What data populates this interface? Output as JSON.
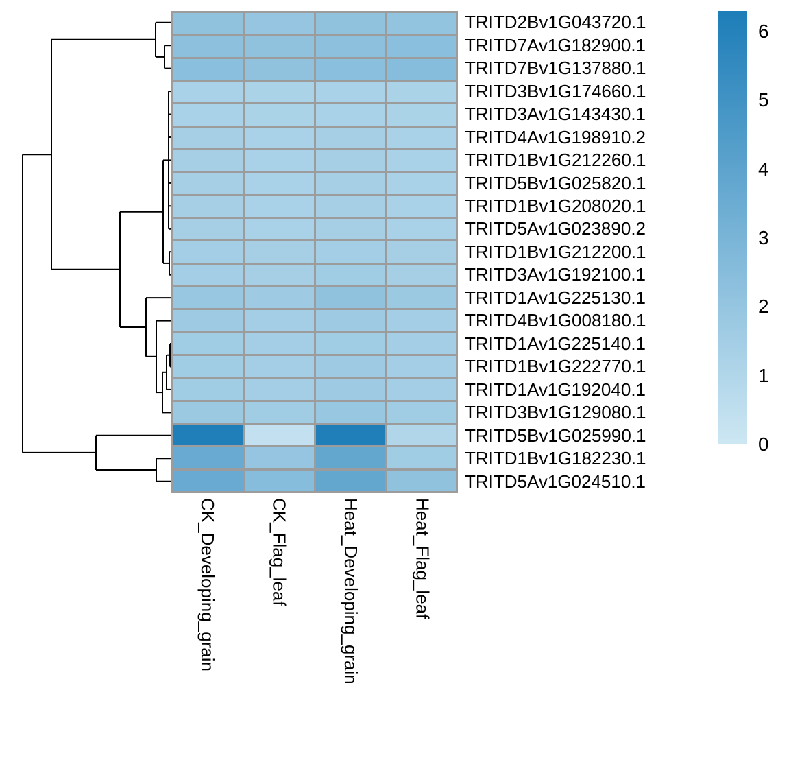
{
  "chart_data": {
    "type": "heatmap",
    "title": "",
    "columns": [
      "CK_Developing_grain",
      "CK_Flag_leaf",
      "Heat_Developing_grain",
      "Heat_Flag_leaf"
    ],
    "rows": [
      {
        "name": "TRITD2Bv1G043720.1",
        "values": [
          2.2,
          2.0,
          2.2,
          2.1
        ]
      },
      {
        "name": "TRITD7Av1G182900.1",
        "values": [
          2.3,
          2.2,
          2.3,
          2.4
        ]
      },
      {
        "name": "TRITD7Bv1G137880.1",
        "values": [
          2.4,
          2.2,
          2.4,
          2.5
        ]
      },
      {
        "name": "TRITD3Bv1G174660.1",
        "values": [
          1.3,
          1.2,
          1.3,
          1.2
        ]
      },
      {
        "name": "TRITD3Av1G143430.1",
        "values": [
          1.3,
          1.2,
          1.3,
          1.2
        ]
      },
      {
        "name": "TRITD4Av1G198910.2",
        "values": [
          1.4,
          1.3,
          1.4,
          1.3
        ]
      },
      {
        "name": "TRITD1Bv1G212260.1",
        "values": [
          1.4,
          1.3,
          1.4,
          1.3
        ]
      },
      {
        "name": "TRITD5Bv1G025820.1",
        "values": [
          1.4,
          1.3,
          1.4,
          1.3
        ]
      },
      {
        "name": "TRITD1Bv1G208020.1",
        "values": [
          1.4,
          1.3,
          1.4,
          1.3
        ]
      },
      {
        "name": "TRITD5Av1G023890.2",
        "values": [
          1.4,
          1.3,
          1.4,
          1.3
        ]
      },
      {
        "name": "TRITD1Bv1G212200.1",
        "values": [
          1.5,
          1.4,
          1.5,
          1.4
        ]
      },
      {
        "name": "TRITD3Av1G192100.1",
        "values": [
          1.5,
          1.4,
          1.6,
          1.4
        ]
      },
      {
        "name": "TRITD1Av1G225130.1",
        "values": [
          1.9,
          1.7,
          2.2,
          1.8
        ]
      },
      {
        "name": "TRITD4Bv1G008180.1",
        "values": [
          1.7,
          1.5,
          1.7,
          1.5
        ]
      },
      {
        "name": "TRITD1Av1G225140.1",
        "values": [
          1.6,
          1.5,
          1.6,
          1.5
        ]
      },
      {
        "name": "TRITD1Bv1G222770.1",
        "values": [
          1.6,
          1.5,
          1.7,
          1.5
        ]
      },
      {
        "name": "TRITD1Av1G192040.1",
        "values": [
          1.6,
          1.5,
          1.7,
          1.5
        ]
      },
      {
        "name": "TRITD3Bv1G129080.1",
        "values": [
          1.8,
          1.6,
          1.9,
          1.6
        ]
      },
      {
        "name": "TRITD5Bv1G025990.1",
        "values": [
          6.2,
          0.4,
          6.2,
          1.0
        ]
      },
      {
        "name": "TRITD1Bv1G182230.1",
        "values": [
          3.6,
          2.0,
          3.8,
          1.6
        ]
      },
      {
        "name": "TRITD5Av1G024510.1",
        "values": [
          3.6,
          2.5,
          3.8,
          2.2
        ]
      }
    ],
    "colorbar": {
      "min": 0,
      "max": 6.3,
      "ticks": [
        6,
        5,
        4,
        3,
        2,
        1,
        0
      ],
      "color_low": "#cde7f3",
      "color_high": "#1d7db8"
    },
    "cell_border_color": "#9c9c9c",
    "dendrogram_color": "#000000",
    "row_dendrogram_newick": "(((TRITD2Bv1G043720.1,(TRITD7Av1G182900.1,TRITD7Bv1G137880.1)),(((TRITD3Bv1G174660.1,TRITD3Av1G143430.1,TRITD4Av1G198910.2,TRITD1Bv1G212260.1,TRITD5Bv1G025820.1,TRITD1Bv1G208020.1,TRITD5Av1G023890.2),(TRITD1Bv1G212200.1,TRITD3Av1G192100.1)),(TRITD1Av1G225130.1,(TRITD4Bv1G008180.1,((TRITD1Av1G225140.1,TRITD1Bv1G222770.1),TRITD1Av1G192040.1),TRITD3Bv1G129080.1)))),(TRITD5Bv1G025990.1,(TRITD1Bv1G182230.1,TRITD5Av1G024510.1)))",
    "dendrogram_segments": [
      [
        250,
        50.2,
        240,
        50.2
      ],
      [
        250,
        83.6,
        240,
        83.6
      ],
      [
        240,
        50.2,
        240,
        83.6
      ],
      [
        240,
        66.9,
        227,
        66.9
      ],
      [
        250,
        16.7,
        227,
        16.7
      ],
      [
        227,
        16.7,
        227,
        66.9
      ],
      [
        227,
        41.8,
        75,
        41.8
      ],
      [
        250,
        117.1,
        246,
        117.1
      ],
      [
        250,
        150.5,
        246,
        150.5
      ],
      [
        250,
        184.0,
        246,
        184.0
      ],
      [
        250,
        217.4,
        246,
        217.4
      ],
      [
        250,
        250.9,
        246,
        250.9
      ],
      [
        250,
        284.3,
        246,
        284.3
      ],
      [
        250,
        317.8,
        246,
        317.8
      ],
      [
        246,
        117.1,
        246,
        317.8
      ],
      [
        246,
        217.4,
        238,
        217.4
      ],
      [
        250,
        351.2,
        247,
        351.2
      ],
      [
        250,
        384.7,
        247,
        384.7
      ],
      [
        247,
        351.2,
        247,
        384.7
      ],
      [
        247,
        367.9,
        238,
        367.9
      ],
      [
        238,
        217.4,
        238,
        367.9
      ],
      [
        238,
        292.7,
        175,
        292.7
      ],
      [
        250,
        485.0,
        248,
        485.0
      ],
      [
        250,
        518.5,
        248,
        518.5
      ],
      [
        248,
        485.0,
        248,
        518.5
      ],
      [
        248,
        501.7,
        243,
        501.7
      ],
      [
        250,
        551.9,
        243,
        551.9
      ],
      [
        243,
        501.7,
        243,
        551.9
      ],
      [
        243,
        526.8,
        237,
        526.8
      ],
      [
        250,
        585.4,
        237,
        585.4
      ],
      [
        237,
        526.8,
        237,
        585.4
      ],
      [
        237,
        556.1,
        228,
        556.1
      ],
      [
        250,
        451.6,
        228,
        451.6
      ],
      [
        228,
        451.6,
        228,
        556.1
      ],
      [
        228,
        503.8,
        213,
        503.8
      ],
      [
        250,
        418.1,
        213,
        418.1
      ],
      [
        213,
        418.1,
        213,
        503.8
      ],
      [
        213,
        461.0,
        175,
        461.0
      ],
      [
        175,
        292.7,
        175,
        461.0
      ],
      [
        175,
        376.8,
        75,
        376.8
      ],
      [
        75,
        41.8,
        75,
        376.8
      ],
      [
        75,
        209.3,
        33,
        209.3
      ],
      [
        250,
        652.3,
        228,
        652.3
      ],
      [
        250,
        685.7,
        228,
        685.7
      ],
      [
        228,
        652.3,
        228,
        685.7
      ],
      [
        228,
        669.0,
        140,
        669.0
      ],
      [
        250,
        618.8,
        140,
        618.8
      ],
      [
        140,
        618.8,
        140,
        669.0
      ],
      [
        140,
        643.9,
        33,
        643.9
      ],
      [
        33,
        209.3,
        33,
        643.9
      ]
    ]
  }
}
